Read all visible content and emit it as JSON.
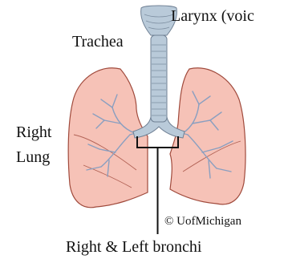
{
  "labels": {
    "larynx": "Larynx (voic",
    "trachea": "Trachea",
    "right_line1": "Right",
    "right_line2": "Lung",
    "bronchi": "Right & Left bronchi",
    "copyright": "© UofMichigan"
  },
  "colors": {
    "lung_fill": "#f6c2b7",
    "lung_outline": "#a04a3c",
    "airway_fill": "#b9cad9",
    "airway_outline": "#6f8094",
    "bronchial_tree": "#8a9fc0",
    "leader_lines": "#111111"
  }
}
